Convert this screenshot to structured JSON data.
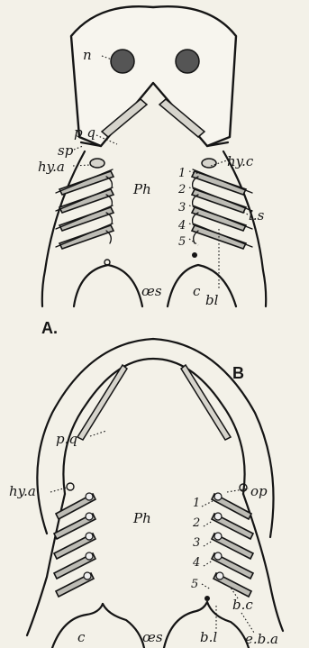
{
  "figure": {
    "panels": [
      {
        "id": "A",
        "letter": "A.",
        "labels": {
          "n": "n",
          "pq": "p q",
          "sp": "sp",
          "hya": "hy.a",
          "ph": "Ph",
          "hyc": "hy.c",
          "ls": "l.s",
          "oes": "œs",
          "c": "c",
          "bl": "bl",
          "arch_numbers": [
            "1",
            "2",
            "3",
            "4",
            "5"
          ]
        }
      },
      {
        "id": "B",
        "letter": "B",
        "labels": {
          "pq": "p.q",
          "hya": "hy.a",
          "ph": "Ph",
          "op": "op",
          "bc": "b.c",
          "eba": "e.b.a",
          "c": "c",
          "oes": "œs",
          "bl": "b.l",
          "arch_numbers": [
            "1",
            "2",
            "3",
            "4",
            "5"
          ]
        }
      }
    ]
  }
}
